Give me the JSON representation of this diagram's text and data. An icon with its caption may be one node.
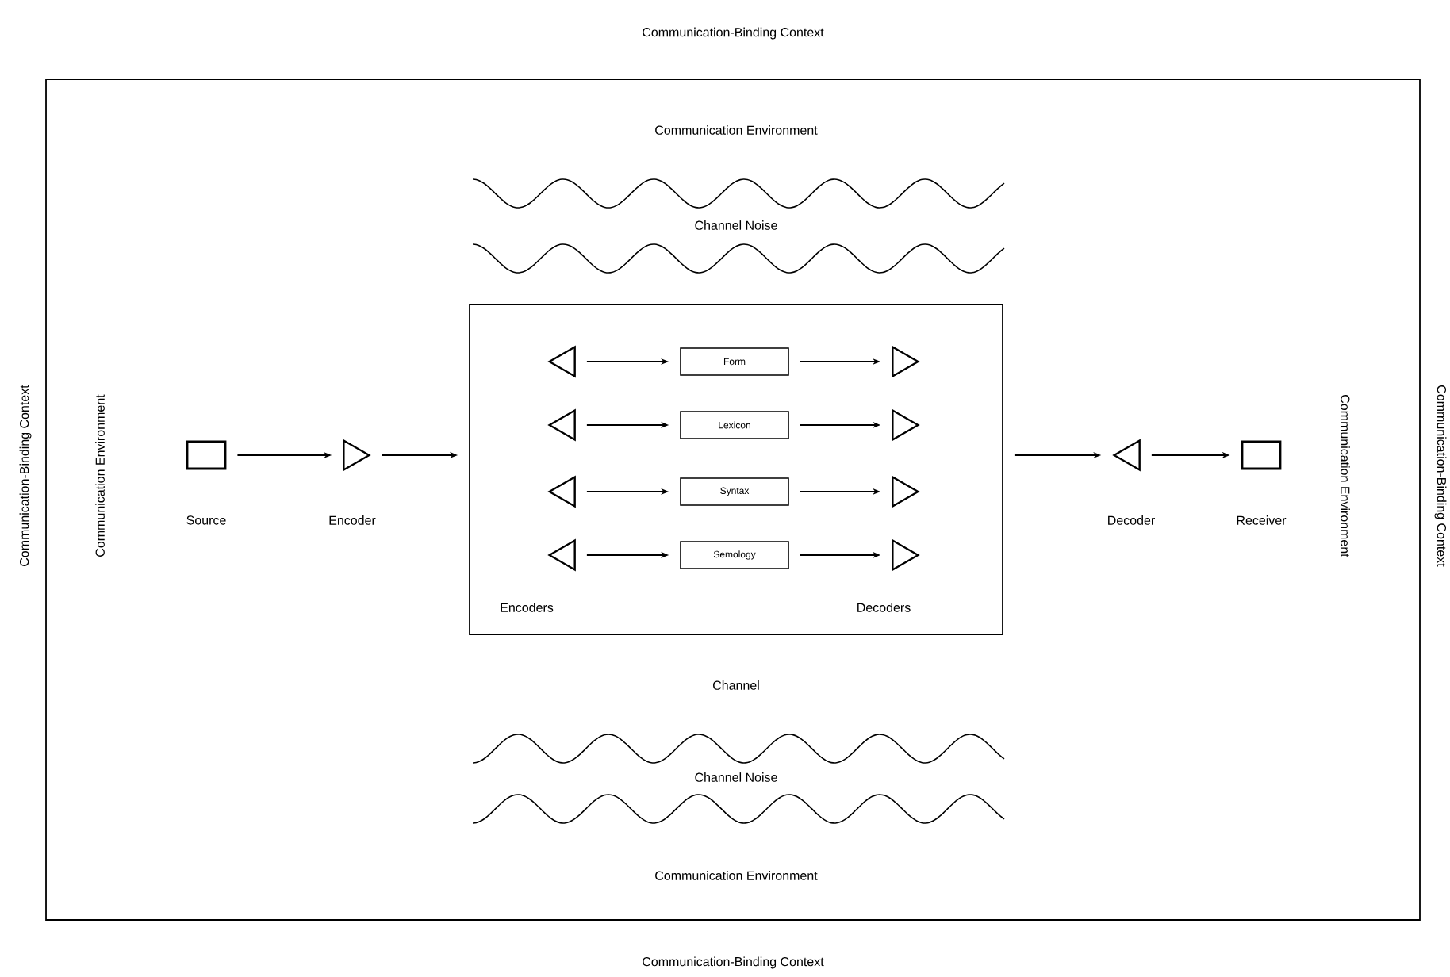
{
  "diagram": {
    "nodes": [
      {
        "text": [
          "Communication-Binding Context",
          "Communication-Binding Context",
          "Communication-Binding Context",
          "Communication-Binding Context"
        ]
      },
      {
        "text": [
          "Source"
        ],
        "in": 0
      },
      {
        "text": [
          "Encoder"
        ],
        "in": 0
      },
      {
        "text": [
          "Encoders",
          "Decoders"
        ],
        "beside": [
          "Channel"
        ],
        "in": 0
      },
      {
        "text": [],
        "shape": "triangle",
        "in": 3
      },
      {
        "text": [
          "Form"
        ],
        "in": 3
      },
      {
        "text": [],
        "shape": "triangle",
        "in": 3
      },
      {
        "text": [],
        "shape": "triangle",
        "in": 3
      },
      {
        "text": [
          "Lexicon"
        ],
        "in": 3
      },
      {
        "text": [],
        "shape": "triangle",
        "in": 3
      },
      {
        "text": [],
        "shape": "triangle",
        "in": 3
      },
      {
        "text": [
          "Syntax"
        ],
        "in": 3
      },
      {
        "text": [],
        "shape": "triangle",
        "in": 3
      },
      {
        "text": [],
        "shape": "triangle",
        "in": 3
      },
      {
        "text": [
          "Semology"
        ],
        "in": 3
      },
      {
        "text": [],
        "shape": "triangle",
        "in": 3
      },
      {
        "text": [
          "Decoder"
        ],
        "in": 0
      },
      {
        "text": [
          "Receiver"
        ],
        "in": 0
      }
    ],
    "edges": [
      {
        "from": 1,
        "to": 2,
        "arrow": "to"
      },
      {
        "from": 2,
        "to": 3,
        "arrow": "to"
      },
      {
        "from": 4,
        "to": 5,
        "arrow": "to"
      },
      {
        "from": 5,
        "to": 6,
        "arrow": "to"
      },
      {
        "from": 7,
        "to": 8,
        "arrow": "to"
      },
      {
        "from": 8,
        "to": 9,
        "arrow": "to"
      },
      {
        "from": 10,
        "to": 11,
        "arrow": "to"
      },
      {
        "from": 11,
        "to": 12,
        "arrow": "to"
      },
      {
        "from": 13,
        "to": 14,
        "arrow": "to"
      },
      {
        "from": 14,
        "to": 15,
        "arrow": "to"
      },
      {
        "from": 3,
        "to": 16,
        "arrow": "to"
      },
      {
        "from": 16,
        "to": 17,
        "arrow": "to"
      }
    ],
    "labels": [
      "Communication Environment",
      "Channel Noise",
      "Communication Environment",
      "Communication Environment",
      "Channel Noise",
      "Communication Environment"
    ]
  }
}
